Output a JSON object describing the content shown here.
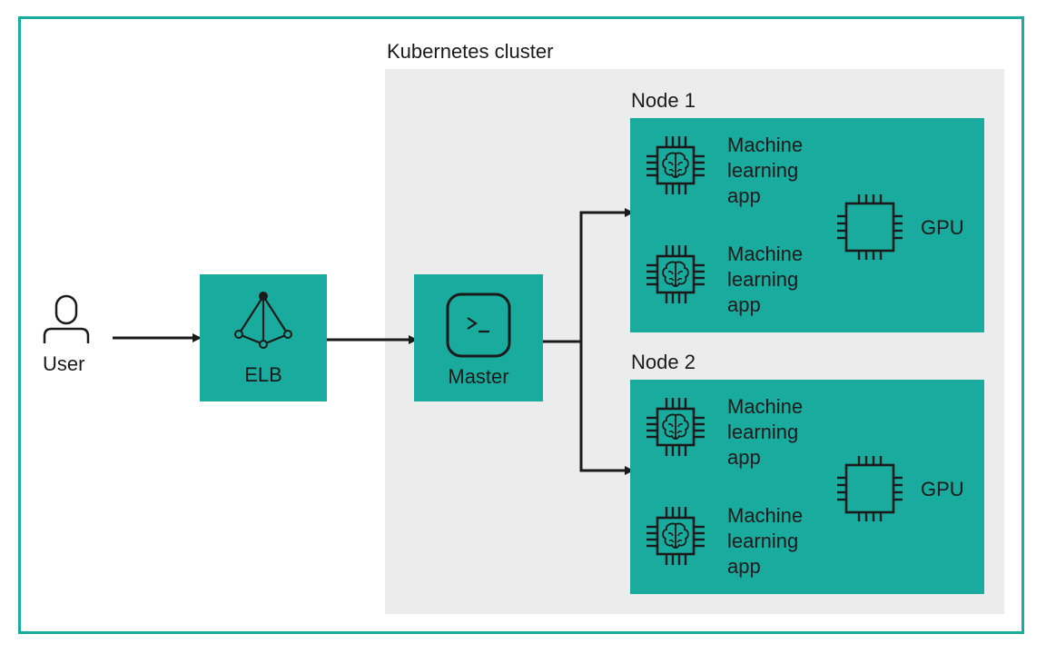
{
  "diagram": {
    "cluster_label": "Kubernetes cluster",
    "user_label": "User",
    "elb_label": "ELB",
    "master_label": "Master",
    "nodes": [
      {
        "title": "Node 1",
        "apps": [
          "Machine learning app",
          "Machine learning app"
        ],
        "gpu_label": "GPU"
      },
      {
        "title": "Node 2",
        "apps": [
          "Machine learning app",
          "Machine learning app"
        ],
        "gpu_label": "GPU"
      }
    ],
    "colors": {
      "accent": "#1aab9f",
      "cluster_bg": "#ececec",
      "line": "#1a1a1a"
    },
    "icons": [
      "user-icon",
      "elb-icon",
      "terminal-icon",
      "brain-chip-icon",
      "gpu-chip-icon"
    ]
  }
}
